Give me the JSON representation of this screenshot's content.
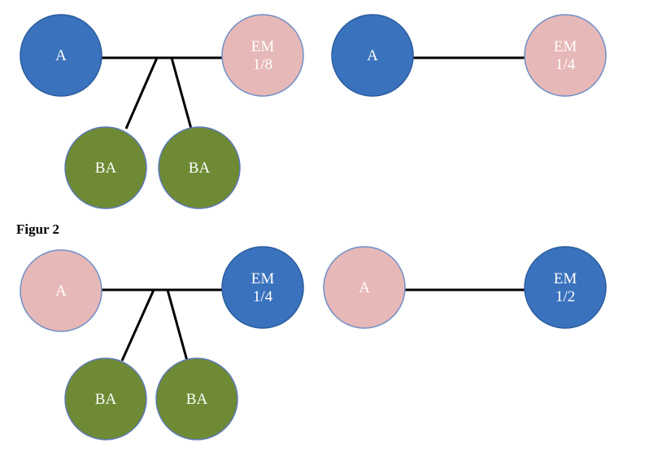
{
  "colors": {
    "blue": "#3a72bd",
    "blue_stroke": "#2b5d9e",
    "pink": "#e6b8b7",
    "pink_stroke": "#6f8fc7",
    "green": "#6e8a34",
    "green_stroke": "#5f7ab8",
    "edge": "#000000"
  },
  "caption": "Figur 2",
  "diagrams": [
    {
      "id": "top-left",
      "nodes": [
        {
          "id": "A",
          "lines": [
            "A"
          ],
          "fill": "blue"
        },
        {
          "id": "EM",
          "lines": [
            "EM",
            "1/8"
          ],
          "fill": "pink"
        },
        {
          "id": "BA1",
          "lines": [
            "BA"
          ],
          "fill": "green"
        },
        {
          "id": "BA2",
          "lines": [
            "BA"
          ],
          "fill": "green"
        }
      ]
    },
    {
      "id": "top-right",
      "nodes": [
        {
          "id": "A",
          "lines": [
            "A"
          ],
          "fill": "blue"
        },
        {
          "id": "EM",
          "lines": [
            "EM",
            "1/4"
          ],
          "fill": "pink"
        }
      ]
    },
    {
      "id": "bottom-left",
      "nodes": [
        {
          "id": "A",
          "lines": [
            "A"
          ],
          "fill": "pink"
        },
        {
          "id": "EM",
          "lines": [
            "EM",
            "1/4"
          ],
          "fill": "blue"
        },
        {
          "id": "BA1",
          "lines": [
            "BA"
          ],
          "fill": "green"
        },
        {
          "id": "BA2",
          "lines": [
            "BA"
          ],
          "fill": "green"
        }
      ]
    },
    {
      "id": "bottom-right",
      "nodes": [
        {
          "id": "A",
          "lines": [
            "A"
          ],
          "fill": "pink"
        },
        {
          "id": "EM",
          "lines": [
            "EM",
            "1/2"
          ],
          "fill": "blue"
        }
      ]
    }
  ]
}
